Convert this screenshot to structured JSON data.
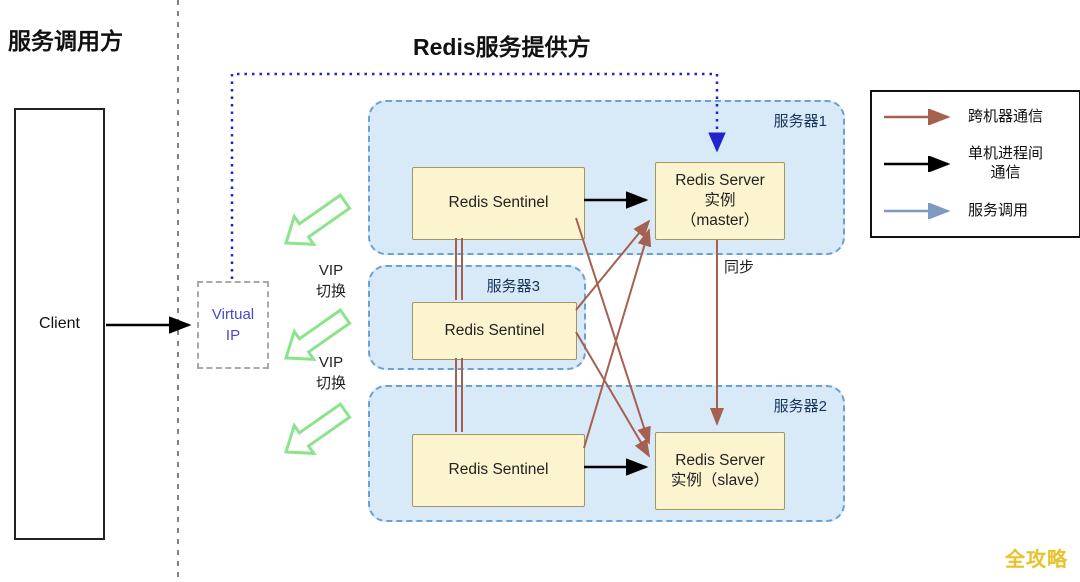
{
  "titles": {
    "caller": "服务调用方",
    "provider": "Redis服务提供方"
  },
  "client": {
    "label": "Client"
  },
  "virtual_ip": {
    "line1": "Virtual",
    "line2": "IP"
  },
  "vip_switch": {
    "line1": "VIP",
    "line2": "切换"
  },
  "servers": {
    "server1": {
      "label": "服务器1",
      "sentinel": "Redis Sentinel",
      "redis": {
        "line1": "Redis Server",
        "line2": "实例",
        "line3": "（master）"
      }
    },
    "server3": {
      "label": "服务器3",
      "sentinel": "Redis Sentinel"
    },
    "server2": {
      "label": "服务器2",
      "sentinel": "Redis Sentinel",
      "redis": {
        "line1": "Redis Server",
        "line2": "实例（slave）"
      }
    }
  },
  "sync_label": "同步",
  "legend": {
    "items": [
      {
        "name": "cross-machine-communication",
        "lines": [
          "跨机器通信"
        ],
        "color": "#a5604f"
      },
      {
        "name": "single-machine-ipc",
        "lines": [
          "单机进程间",
          "通信"
        ],
        "color": "#000000"
      },
      {
        "name": "service-call",
        "lines": [
          "服务调用"
        ],
        "color": "#7f9ac0"
      }
    ]
  },
  "watermark": "全攻略",
  "colors": {
    "server_fill": "#d8e9f7",
    "server_border": "#6aa1d0",
    "node_fill": "#fcf3cf",
    "node_border": "#a29566",
    "cross_machine_arrow": "#a5604f",
    "service_call_dotted": "#2323cc",
    "vip_text": "#4949c9",
    "green_arrow": "#8be48b",
    "watermark_color": "#e8c227"
  }
}
